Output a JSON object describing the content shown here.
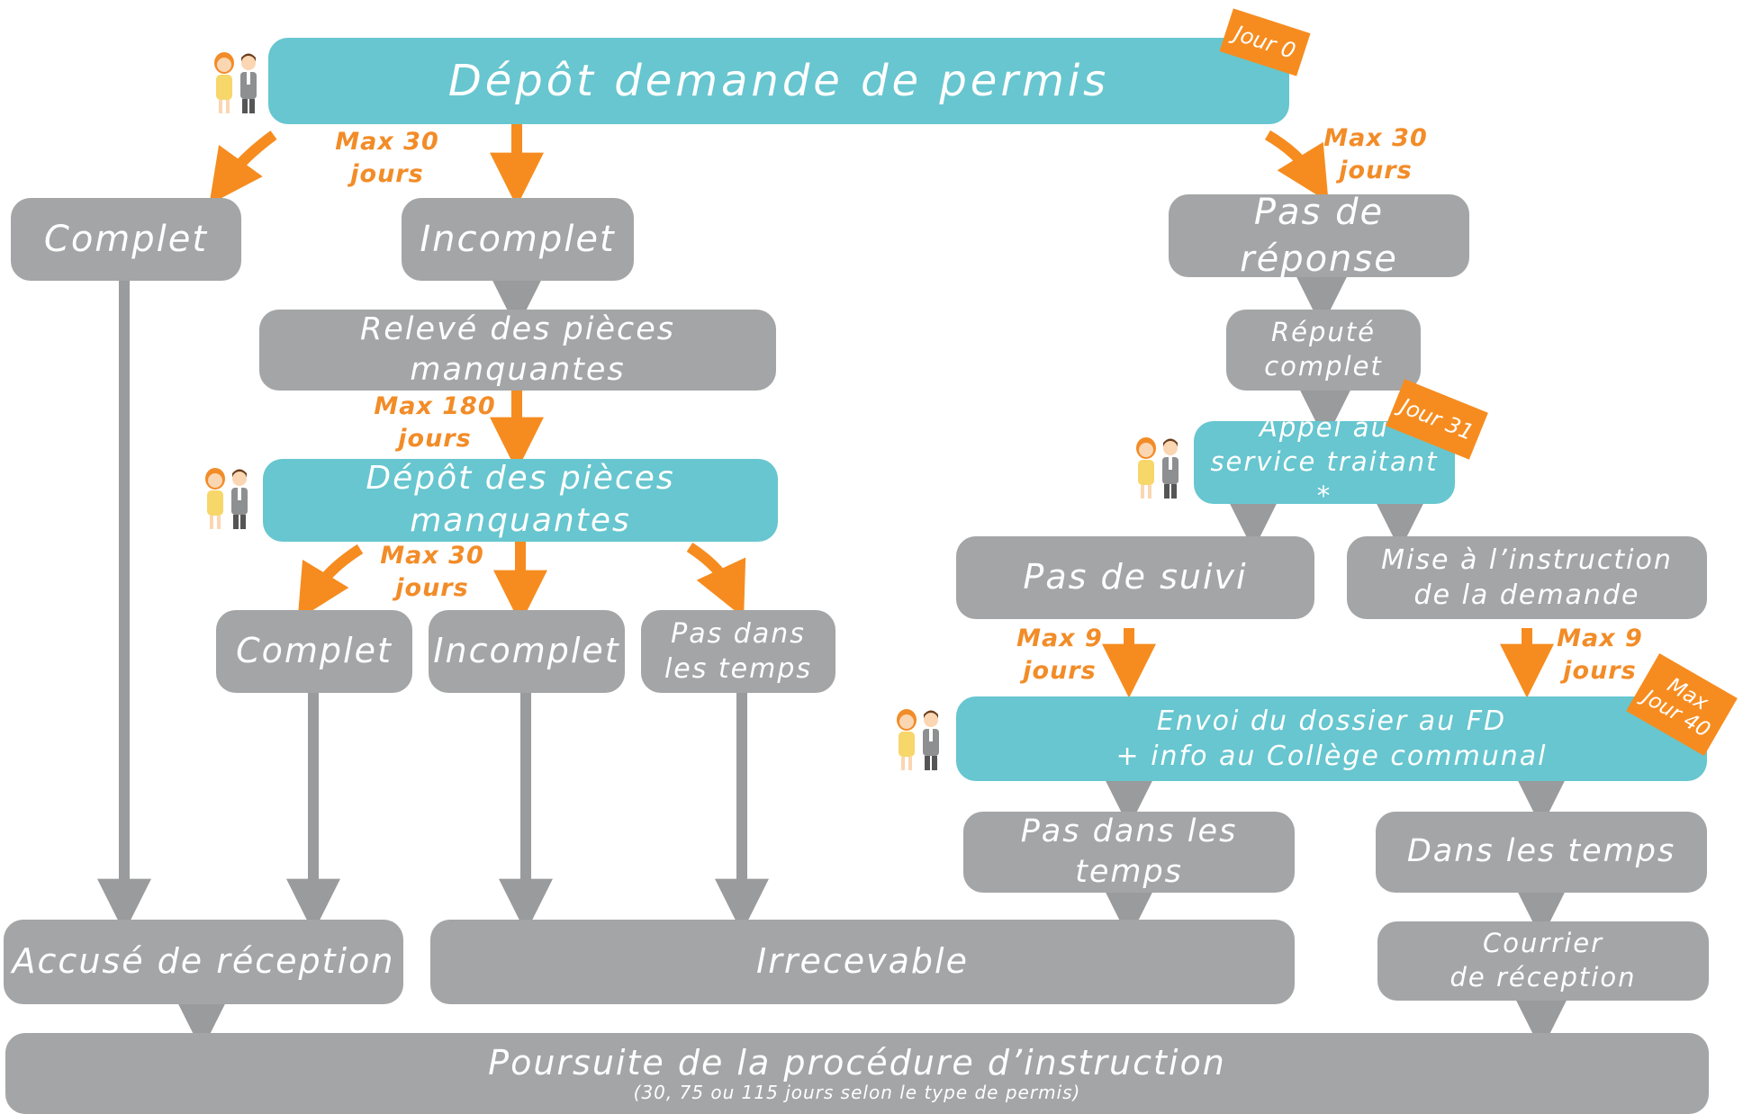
{
  "colors": {
    "teal": "#67c6cf",
    "gray": "#a4a5a6",
    "orange": "#f68c1f",
    "arrow_gray": "#9a9b9c"
  },
  "icons": {
    "applicant": "couple-icon"
  },
  "nodes": {
    "depot_demande": "Dépôt demande de permis",
    "complet_1": "Complet",
    "incomplet_1": "Incomplet",
    "pas_de_reponse": "Pas de réponse",
    "releve": "Relevé des pièces manquantes",
    "repute_l1": "Réputé",
    "repute_l2": "complet",
    "appel_l1": "Appel au",
    "appel_l2": "service traitant *",
    "depot_pieces": "Dépôt des pièces manquantes",
    "pas_de_suivi": "Pas de suivi",
    "mise_l1": "Mise à l’instruction",
    "mise_l2": "de la demande",
    "complet_2": "Complet",
    "incomplet_2": "Incomplet",
    "pas_dans_l1": "Pas dans",
    "pas_dans_l2": "les temps",
    "envoi_l1": "Envoi du dossier au FD",
    "envoi_l2": "+ info au Collège communal",
    "pas_dans_les_temps": "Pas dans les temps",
    "dans_les_temps": "Dans les temps",
    "accuse": "Accusé de réception",
    "irrecevable": "Irrecevable",
    "courrier_l1": "Courrier",
    "courrier_l2": "de réception",
    "poursuite": "Poursuite de la procédure d’instruction",
    "poursuite_sub": "(30, 75 ou 115 jours selon le type de permis)"
  },
  "labels": {
    "max30_a_1": "Max 30",
    "max30_a_2": "jours",
    "max30_b_1": "Max 30",
    "max30_b_2": "jours",
    "max180_1": "Max 180",
    "max180_2": "jours",
    "max30_c_1": "Max 30",
    "max30_c_2": "jours",
    "max9_a_1": "Max 9",
    "max9_a_2": "jours",
    "max9_b_1": "Max 9",
    "max9_b_2": "jours"
  },
  "tags": {
    "jour0": "Jour 0",
    "jour31": "Jour 31",
    "max_l1": "Max",
    "max_l2": "Jour 40"
  }
}
